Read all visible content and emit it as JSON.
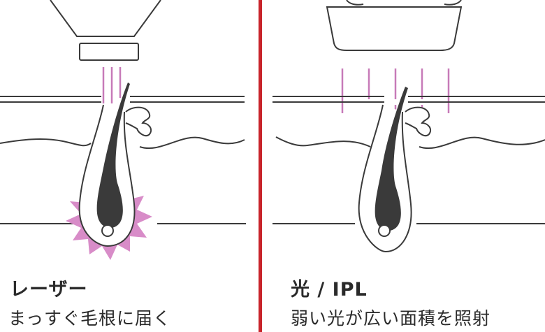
{
  "panels": {
    "laser": {
      "title": "レーザー",
      "subtitle": "まっすぐ毛根に届く"
    },
    "ipl": {
      "title": "光 / IPL",
      "subtitle": "弱い光が広い面積を照射"
    }
  },
  "colors": {
    "divider": "#c8242b",
    "light_beam": "#c77ab8",
    "burst": "#d88cc8",
    "hair": "#3a3a3a",
    "line": "#3a3a3a"
  }
}
